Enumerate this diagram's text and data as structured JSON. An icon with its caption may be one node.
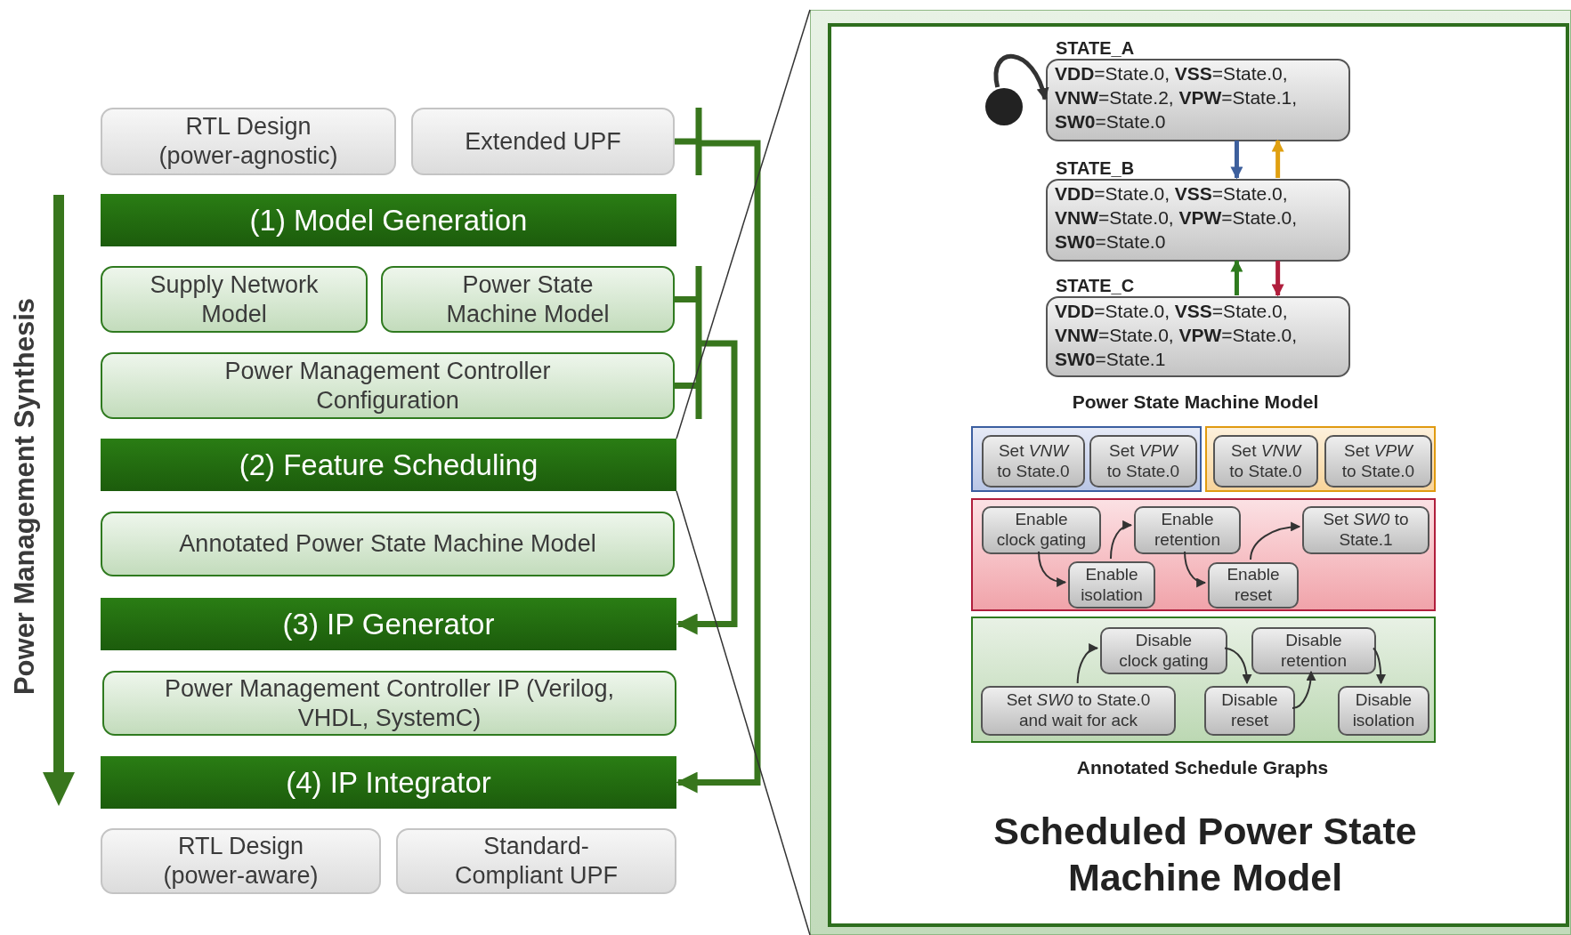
{
  "diagram": {
    "nodes": [
      {
        "text": [
          "RTL Design (power-agnostic)"
        ]
      },
      {
        "text": [
          "Extended UPF"
        ]
      },
      {
        "text": [
          "(1) Model Generation"
        ]
      },
      {
        "text": [
          "Supply Network Model"
        ]
      },
      {
        "text": [
          "Power State Machine Model"
        ]
      },
      {
        "text": [
          "Power Management Controller Configuration"
        ]
      },
      {
        "text": [
          "(2) Feature Scheduling"
        ]
      },
      {
        "text": [
          "Annotated Power State Machine Model"
        ]
      },
      {
        "text": [
          "(3) IP Generator"
        ]
      },
      {
        "text": [
          "Power Management Controller IP (Verilog, VHDL, SystemC)"
        ]
      },
      {
        "text": [
          "(4) IP Integrator"
        ]
      },
      {
        "text": [
          "RTL Design (power-aware)"
        ]
      },
      {
        "text": [
          "Standard-Compliant UPF"
        ]
      },
      {
        "text": [
          "Scheduled Power State Machine Model"
        ]
      },
      {
        "text": [],
        "shape": "circle",
        "in": 13
      },
      {
        "text": [
          "STATE_A",
          "**VDD**=State.0, **VSS**=State.0, **VNW**=State.2, **VPW**=State.1, **SW0**=State.0"
        ],
        "in": 13
      },
      {
        "text": [
          "STATE_B",
          "**VDD**=State.0, **VSS**=State.0, **VNW**=State.0, **VPW**=State.0, **SW0**=State.0"
        ],
        "in": 13
      },
      {
        "text": [
          "STATE_C",
          "**VDD**=State.0, **VSS**=State.0, **VNW**=State.0, **VPW**=State.0, **SW0**=State.1"
        ],
        "in": 13
      },
      {
        "text": [],
        "shape": "box",
        "in": 13
      },
      {
        "text": [
          "Set *VNW* to State.0"
        ],
        "in": 18
      },
      {
        "text": [
          "Set *VPW* to State.0"
        ],
        "in": 18
      },
      {
        "text": [],
        "shape": "box",
        "in": 13
      },
      {
        "text": [
          "Set *VNW* to State.0"
        ],
        "in": 21
      },
      {
        "text": [
          "Set *VPW* to State.0"
        ],
        "in": 21
      },
      {
        "text": [],
        "shape": "box",
        "in": 13
      },
      {
        "text": [
          "Enable clock gating"
        ],
        "in": 24
      },
      {
        "text": [
          "Enable retention"
        ],
        "in": 24
      },
      {
        "text": [
          "Set *SW0* to State.1"
        ],
        "in": 24
      },
      {
        "text": [
          "Enable isolation"
        ],
        "in": 24
      },
      {
        "text": [
          "Enable reset"
        ],
        "in": 24
      },
      {
        "text": [],
        "shape": "box",
        "in": 13
      },
      {
        "text": [
          "Disable clock gating"
        ],
        "in": 30
      },
      {
        "text": [
          "Disable retention"
        ],
        "in": 30
      },
      {
        "text": [
          "Set *SW0* to State.0 and wait for ack"
        ],
        "in": 30
      },
      {
        "text": [
          "Disable reset"
        ],
        "in": 30
      },
      {
        "text": [
          "Disable isolation"
        ],
        "in": 30
      }
    ],
    "edges": [
      {
        "from": 1,
        "to": 10,
        "arrow": "to",
        "style": "thick",
        "color": "#38761d"
      },
      {
        "from": 4,
        "to": 8,
        "arrow": "to",
        "style": "thick",
        "color": "#38761d"
      },
      {
        "from": 5,
        "to": 8,
        "arrow": "to",
        "style": "thick",
        "color": "#38761d"
      },
      {
        "from": 6,
        "to": 13,
        "arrow": "none"
      },
      {
        "from": 6,
        "to": 13,
        "arrow": "none"
      },
      {
        "from": 14,
        "to": 15,
        "arrow": "to",
        "style": "thick"
      },
      {
        "from": 15,
        "to": 16,
        "arrow": "to",
        "style": "thick",
        "color": "#3d5f9c"
      },
      {
        "from": 16,
        "to": 15,
        "arrow": "to",
        "style": "thick",
        "color": "#e0a010"
      },
      {
        "from": 17,
        "to": 16,
        "arrow": "to",
        "style": "thick",
        "color": "#2e7a1e"
      },
      {
        "from": 16,
        "to": 17,
        "arrow": "to",
        "style": "thick",
        "color": "#b01e3c"
      },
      {
        "from": 25,
        "to": 28,
        "arrow": "to"
      },
      {
        "from": 28,
        "to": 26,
        "arrow": "to"
      },
      {
        "from": 26,
        "to": 29,
        "arrow": "to"
      },
      {
        "from": 29,
        "to": 27,
        "arrow": "to"
      },
      {
        "from": 33,
        "to": 31,
        "arrow": "to"
      },
      {
        "from": 31,
        "to": 34,
        "arrow": "to"
      },
      {
        "from": 34,
        "to": 32,
        "arrow": "to"
      },
      {
        "from": 32,
        "to": 35,
        "arrow": "to"
      }
    ],
    "labels": [
      "Power Management Synthesis",
      "Power State Machine Model",
      "Annotated Schedule Graphs"
    ]
  }
}
